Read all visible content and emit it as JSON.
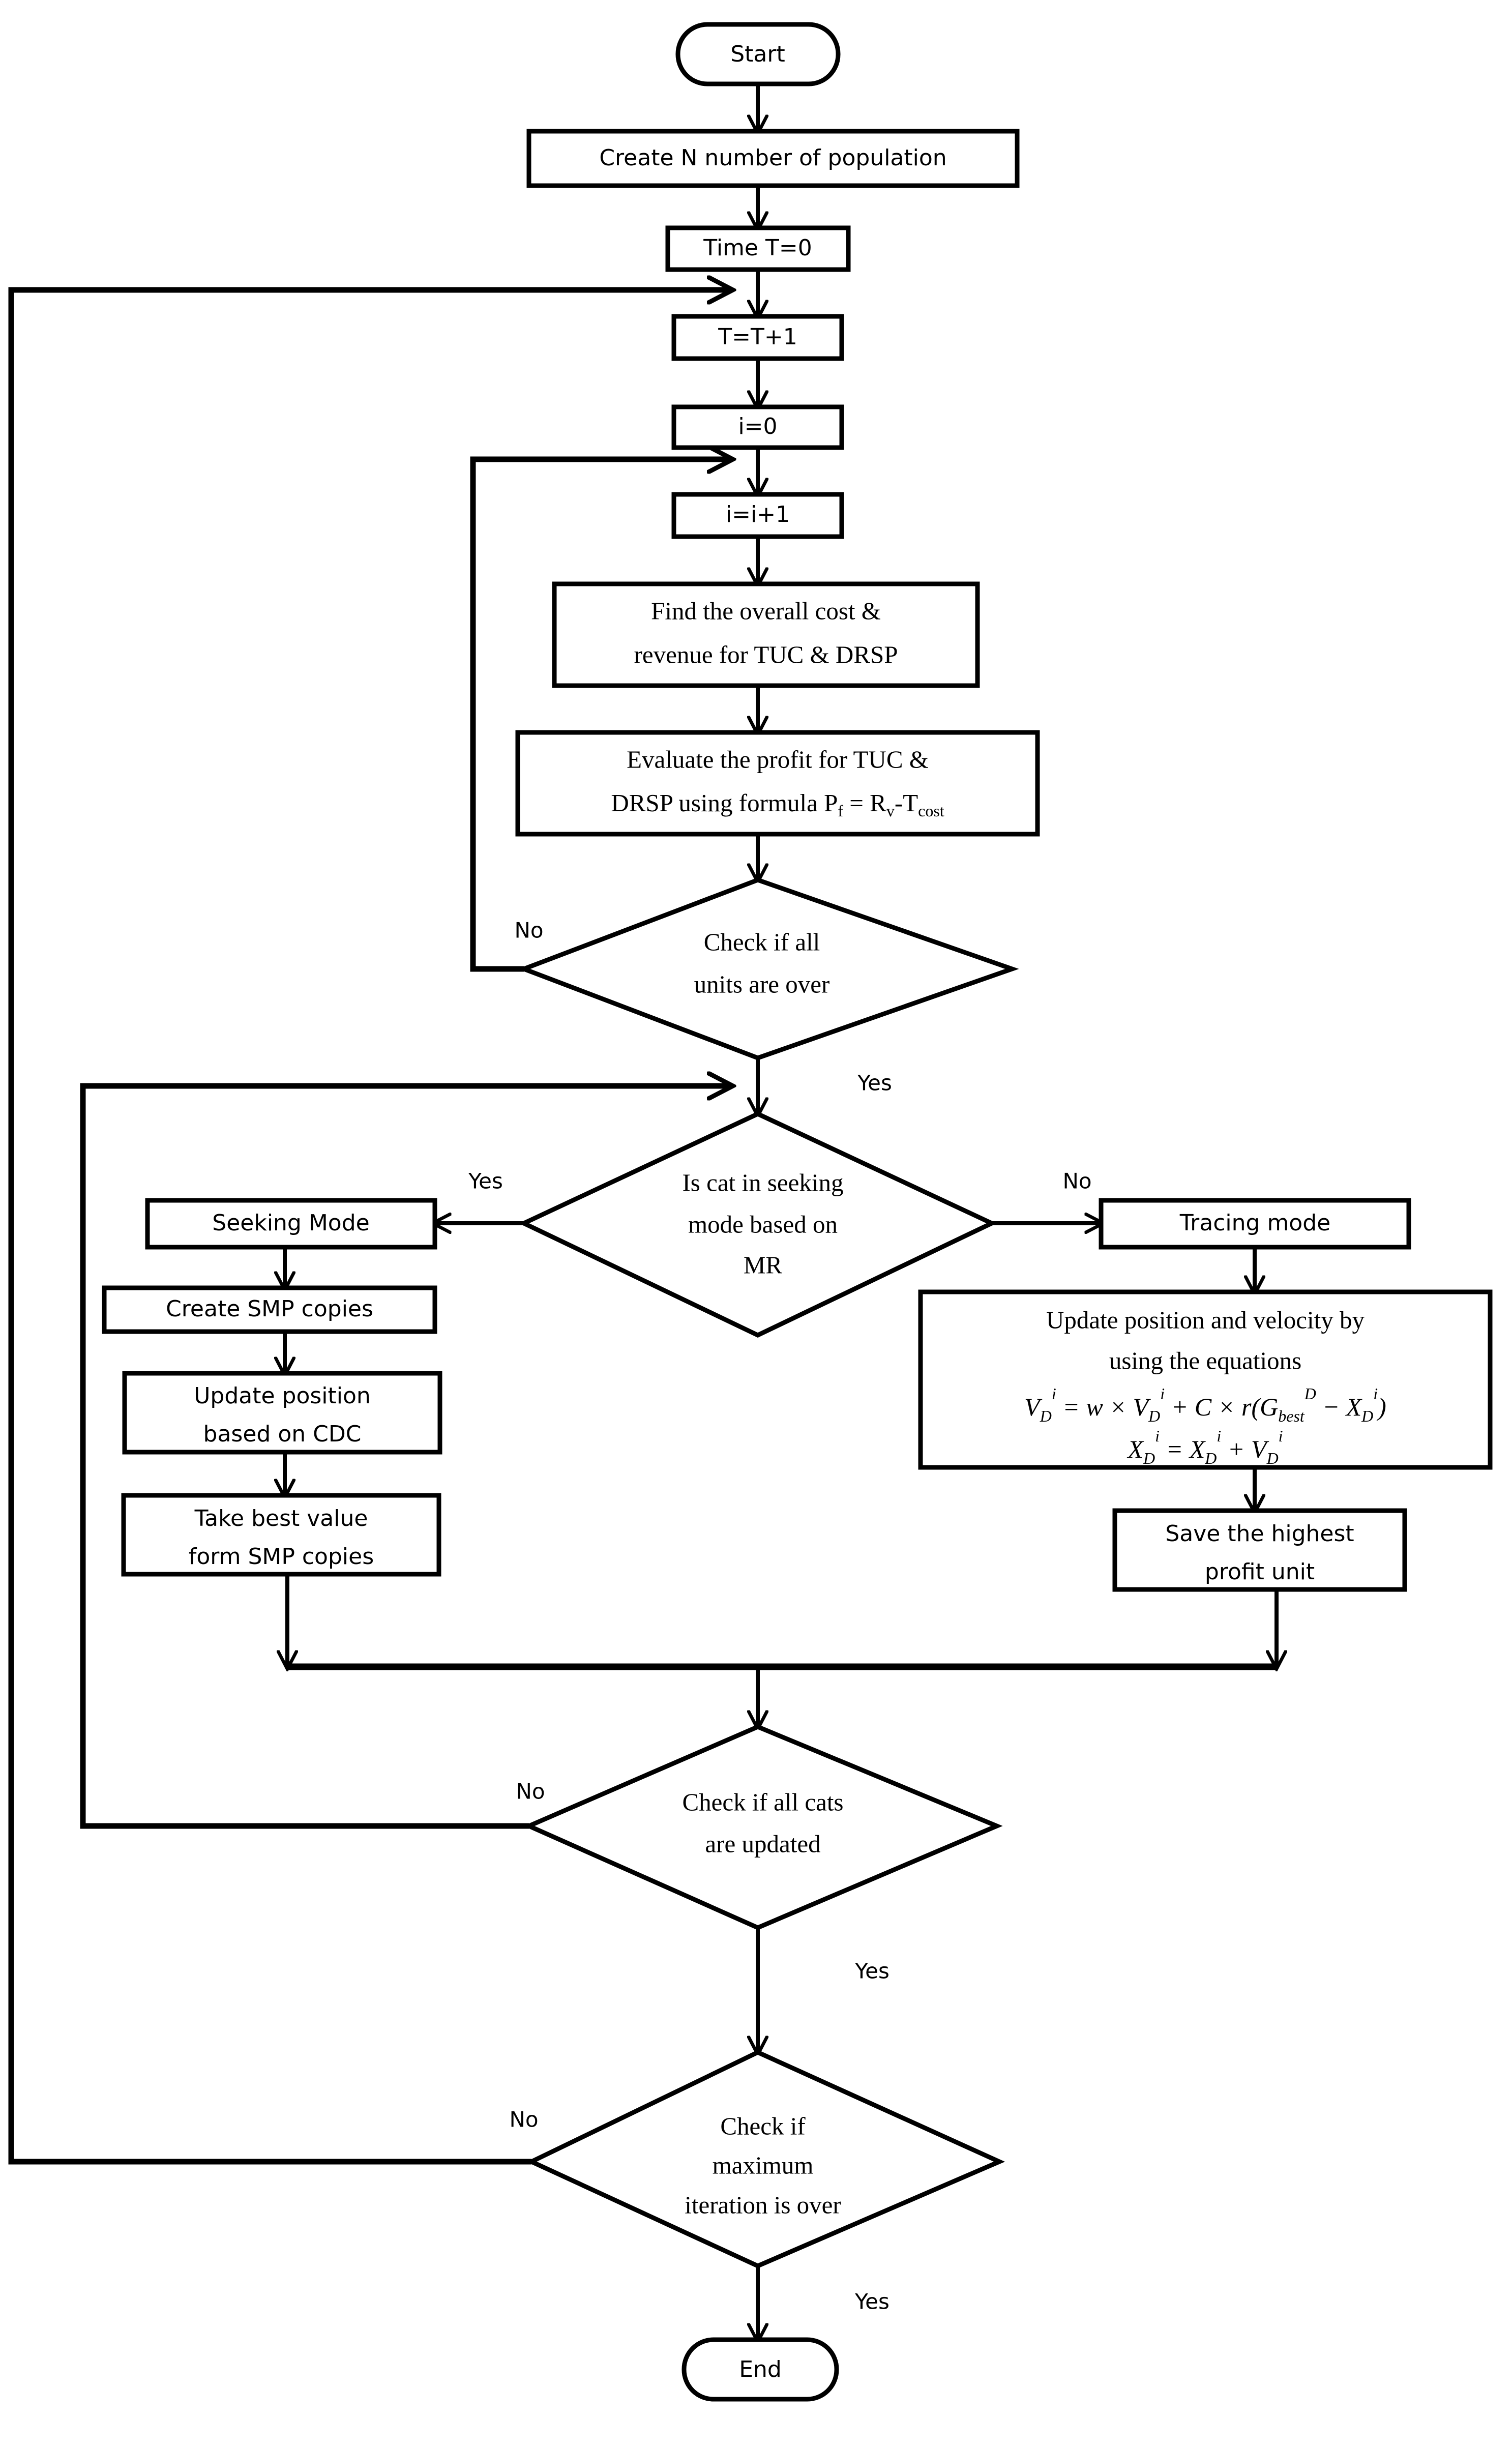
{
  "diagram": {
    "title": "Cat Swarm Optimization flowchart for TUC & DRSP profit maximization",
    "type": "flowchart",
    "background_color": "#ffffff",
    "line_color": "#000000"
  },
  "nodes": {
    "start": {
      "label": "Start",
      "shape": "terminator"
    },
    "create_population": {
      "label": "Create N number of population",
      "shape": "process"
    },
    "time_init": {
      "label": "Time T=0",
      "shape": "process"
    },
    "time_increment": {
      "label": "T=T+1",
      "shape": "process"
    },
    "i_init": {
      "label": "i=0",
      "shape": "process"
    },
    "i_increment": {
      "label": "i=i+1",
      "shape": "process"
    },
    "find_cost": {
      "label_line1": "Find the overall cost &",
      "label_line2": "revenue for TUC & DRSP",
      "shape": "process"
    },
    "evaluate_profit": {
      "label_line1": "Evaluate the profit for TUC &",
      "label_line2_prefix": "DRSP using formula P",
      "label_line2_sub1": "f",
      "label_line2_mid": " = R",
      "label_line2_sub2": "v",
      "label_line2_dash": "-T",
      "label_line2_sub3": "cost",
      "shape": "process"
    },
    "check_units": {
      "label_line1": "Check if all",
      "label_line2": "units are over",
      "shape": "decision"
    },
    "is_seeking": {
      "label_line1": "Is cat in seeking",
      "label_line2": "mode based on",
      "label_line3": "MR",
      "shape": "decision"
    },
    "seeking_mode": {
      "label": "Seeking Mode",
      "shape": "process"
    },
    "create_smp": {
      "label": "Create SMP copies",
      "shape": "process"
    },
    "update_cdc": {
      "label_line1": "Update position",
      "label_line2": "based on CDC",
      "shape": "process"
    },
    "take_best": {
      "label_line1": "Take best value",
      "label_line2": "form SMP copies",
      "shape": "process"
    },
    "tracing_mode": {
      "label": "Tracing mode",
      "shape": "process"
    },
    "update_velocity": {
      "label_line1": "Update position and velocity by",
      "label_line2": "using the equations",
      "equation1": "V_D^i = w × V_D^i + C × r(G_best^D − X_D^i)",
      "equation2": "X_D^i = X_D^i + V_D^i",
      "shape": "process"
    },
    "save_profit": {
      "label_line1": "Save the highest",
      "label_line2": "profit unit",
      "shape": "process"
    },
    "check_cats": {
      "label_line1": "Check if all cats",
      "label_line2": "are updated",
      "shape": "decision"
    },
    "check_max_iter": {
      "label_line1": "Check if",
      "label_line2": "maximum",
      "label_line3": "iteration is over",
      "shape": "decision"
    },
    "end": {
      "label": "End",
      "shape": "terminator"
    }
  },
  "branch_labels": {
    "units_no": "No",
    "units_yes": "Yes",
    "seeking_yes": "Yes",
    "seeking_no": "No",
    "cats_no": "No",
    "cats_yes": "Yes",
    "maxiter_no": "No",
    "maxiter_yes": "Yes"
  },
  "equation_parts": {
    "eq1": {
      "v1_base": "V",
      "v1_sub": "D",
      "v1_sup": "i",
      "eq": "=",
      "w": "w",
      "times1": "×",
      "v2_base": "V",
      "v2_sub": "D",
      "v2_sup": "i",
      "plus": "+",
      "c": "C",
      "times2": "×",
      "r": "r",
      "open_paren": "(",
      "g_base": "G",
      "g_sub": "best",
      "g_sup": "D",
      "minus": "−",
      "x_base": "X",
      "x_sub": "D",
      "x_sup": "i",
      "close_paren": ")"
    },
    "eq2": {
      "x1_base": "X",
      "x1_sub": "D",
      "x1_sup": "i",
      "eq": "=",
      "x2_base": "X",
      "x2_sub": "D",
      "x2_sup": "i",
      "plus": "+",
      "v_base": "V",
      "v_sub": "D",
      "v_sup": "i"
    }
  }
}
